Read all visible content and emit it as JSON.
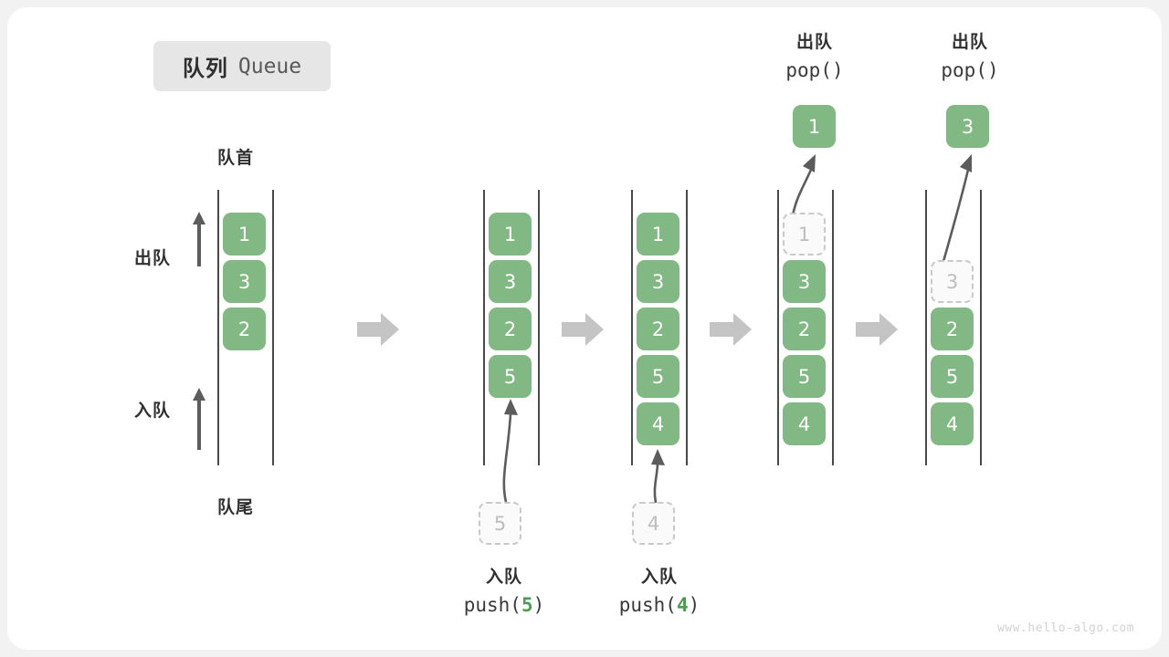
{
  "title": {
    "cn": "队列",
    "en": "Queue"
  },
  "labels": {
    "front": "队首",
    "rear": "队尾",
    "dequeue": "出队",
    "enqueue": "入队"
  },
  "watermark": "www.hello-algo.com",
  "colors": {
    "element": "#82b883",
    "ghost_border": "#c9c9c9",
    "ghost_text": "#bdbdbd",
    "rail": "#4a4a4a",
    "flow_arrow": "#c4c4c4",
    "accent_code": "#4d9b52"
  },
  "stages": [
    {
      "name": "initial",
      "elements": [
        "1",
        "3",
        "2"
      ],
      "ghost": null,
      "popped": null,
      "side_labels": {
        "dequeue": "出队",
        "enqueue": "入队"
      },
      "top_label": "队首",
      "bottom_label": "队尾"
    },
    {
      "name": "push-5",
      "elements": [
        "1",
        "3",
        "2",
        "5"
      ],
      "incoming_ghost": "5",
      "op_cn": "入队",
      "op_fn": "push(",
      "op_arg": "5",
      "op_close": ")"
    },
    {
      "name": "push-4",
      "elements": [
        "1",
        "3",
        "2",
        "5",
        "4"
      ],
      "incoming_ghost": "4",
      "op_cn": "入队",
      "op_fn": "push(",
      "op_arg": "4",
      "op_close": ")"
    },
    {
      "name": "pop-1",
      "elements": [
        "3",
        "2",
        "5",
        "4"
      ],
      "outgoing_ghost": "1",
      "popped": "1",
      "op_cn": "出队",
      "op_fn": "pop()"
    },
    {
      "name": "pop-3",
      "elements": [
        "2",
        "5",
        "4"
      ],
      "outgoing_ghost": "3",
      "popped": "3",
      "op_cn": "出队",
      "op_fn": "pop()"
    }
  ]
}
